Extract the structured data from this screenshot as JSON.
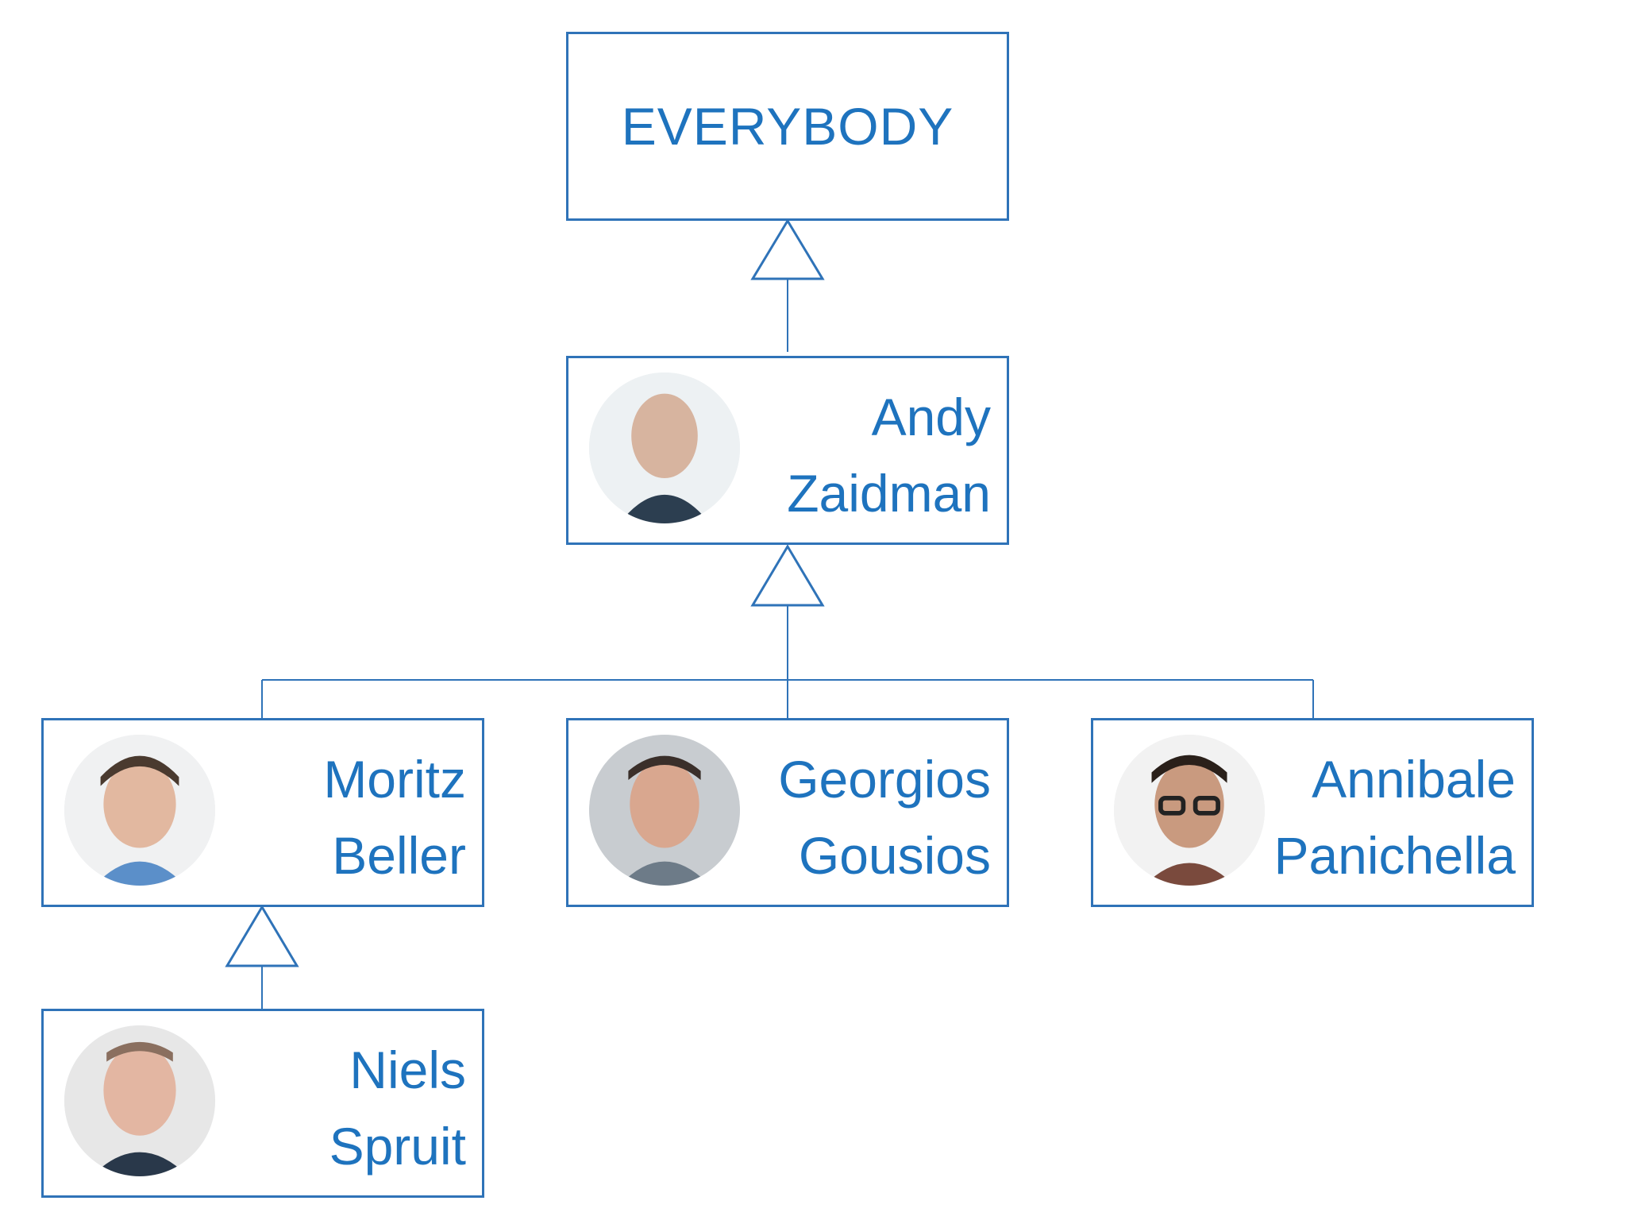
{
  "colors": {
    "line": "#2f73b8",
    "text": "#1e73be",
    "background": "#ffffff"
  },
  "root": {
    "label": "EVERYBODY"
  },
  "people": [
    {
      "id": "andy",
      "first": "Andy",
      "last": "Zaidman",
      "avatar_icon": "person-avatar-icon"
    },
    {
      "id": "moritz",
      "first": "Moritz",
      "last": "Beller",
      "avatar_icon": "person-avatar-icon"
    },
    {
      "id": "georgios",
      "first": "Georgios",
      "last": "Gousios",
      "avatar_icon": "person-avatar-icon"
    },
    {
      "id": "annibale",
      "first": "Annibale",
      "last": "Panichella",
      "avatar_icon": "person-avatar-icon"
    },
    {
      "id": "niels",
      "first": "Niels",
      "last": "Spruit",
      "avatar_icon": "person-avatar-icon"
    }
  ]
}
